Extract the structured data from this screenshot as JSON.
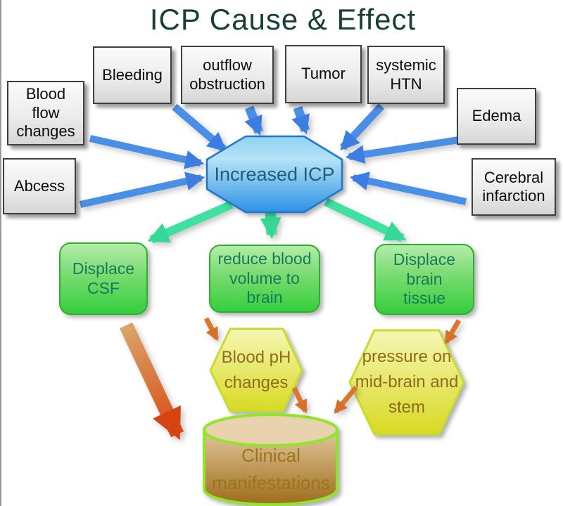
{
  "title": "ICP Cause & Effect",
  "center_node": {
    "label": "Increased ICP"
  },
  "causes": [
    {
      "label": "Blood flow changes"
    },
    {
      "label": "Bleeding"
    },
    {
      "label": "outflow obstruction"
    },
    {
      "label": "Tumor"
    },
    {
      "label": "systemic HTN"
    },
    {
      "label": "Edema"
    },
    {
      "label": "Abcess"
    },
    {
      "label": "Cerebral infarction"
    }
  ],
  "primary_effects": [
    {
      "label": "Displace CSF"
    },
    {
      "label": "reduce blood volume to brain"
    },
    {
      "label": "Displace brain tissue"
    }
  ],
  "secondary_effects": [
    {
      "label": "Blood pH changes"
    },
    {
      "label": "pressure on mid-brain and stem"
    }
  ],
  "outcome": {
    "label": "Clinical manifestations"
  },
  "colors": {
    "title_text": "#173f36",
    "cause_arrow_blue": "#4a8fe6",
    "effect_arrow_green": "#3fe0a2",
    "secondary_arrow_orange": "#d9772e",
    "outcome_arrow_red": "#d84313",
    "octagon_fill_top": "#b5e3f8",
    "octagon_fill_bottom": "#2e91e4",
    "octagon_border": "#2277cc",
    "green_box_border": "#2fae2f",
    "hexagon_fill_top": "#f6f6b4",
    "hexagon_fill_bottom": "#d8da22",
    "hexagon_border": "#c6dc30",
    "cylinder_fill_top": "#dfc398",
    "cylinder_fill_bottom": "#9e6d1a",
    "cylinder_border": "#8fe62a"
  }
}
